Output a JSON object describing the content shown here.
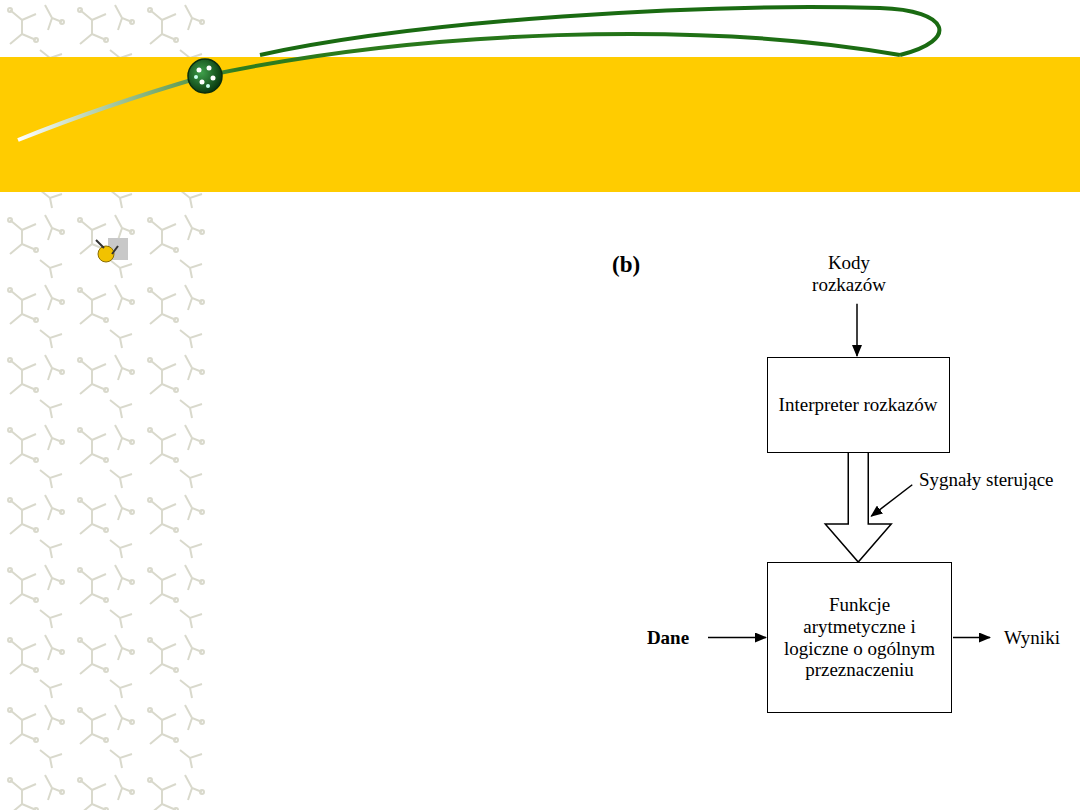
{
  "diagram": {
    "nodes": [
      {
        "text": [
          "Interpreter rozkazów"
        ]
      },
      {
        "text": [
          "Funkcje arytmetyczne i logiczne o ogólnym przeznaczeniu"
        ]
      }
    ],
    "edges": [
      {
        "from": 0,
        "to": 1,
        "arrow": "to",
        "label": "Sygnały sterujące"
      }
    ],
    "labels": [
      "(b)",
      "Kody rozkazów",
      "Dane",
      "Wyniki"
    ]
  }
}
